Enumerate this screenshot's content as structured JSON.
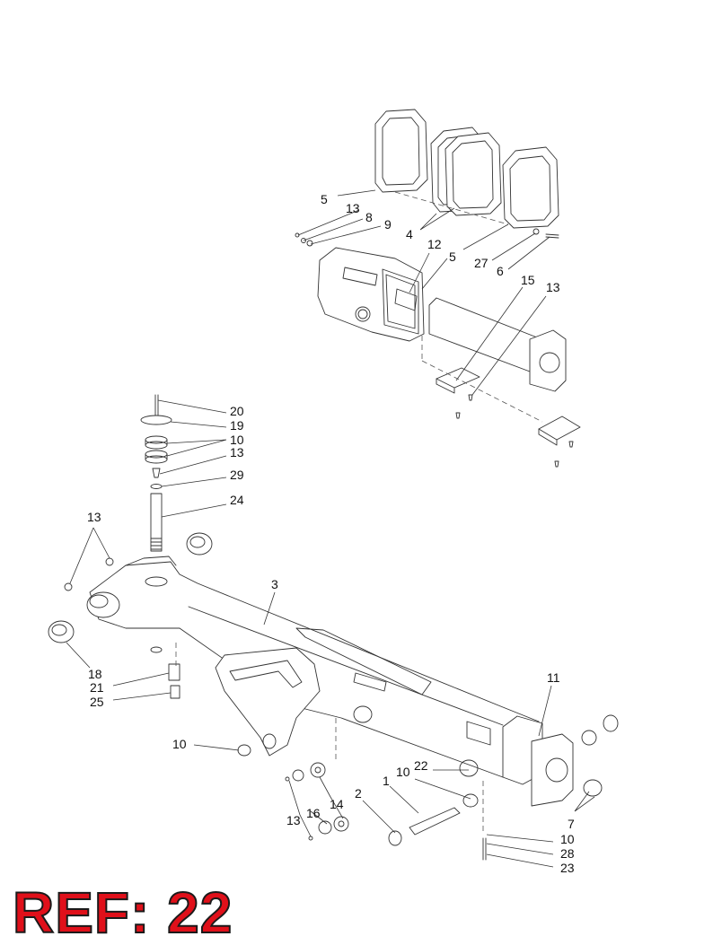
{
  "ref_label": "REF: 22",
  "colors": {
    "ref_fill": "#e0101a",
    "ref_outline": "#1a1a1a",
    "line": "#333333"
  },
  "callouts": {
    "c5a": "5",
    "c13a": "13",
    "c8": "8",
    "c9": "9",
    "c4": "4",
    "c12": "12",
    "c5b": "5",
    "c27": "27",
    "c6": "6",
    "c15": "15",
    "c13b": "13",
    "c20": "20",
    "c19": "19",
    "c10a": "10",
    "c13c": "13",
    "c29": "29",
    "c24": "24",
    "c13d": "13",
    "c3": "3",
    "c18": "18",
    "c21": "21",
    "c25": "25",
    "c11": "11",
    "c10b": "10",
    "c10c": "10",
    "c22": "22",
    "c1": "1",
    "c2": "2",
    "c14": "14",
    "c16": "16",
    "c13e": "13",
    "c7": "7",
    "c10d": "10",
    "c28": "28",
    "c23": "23"
  }
}
